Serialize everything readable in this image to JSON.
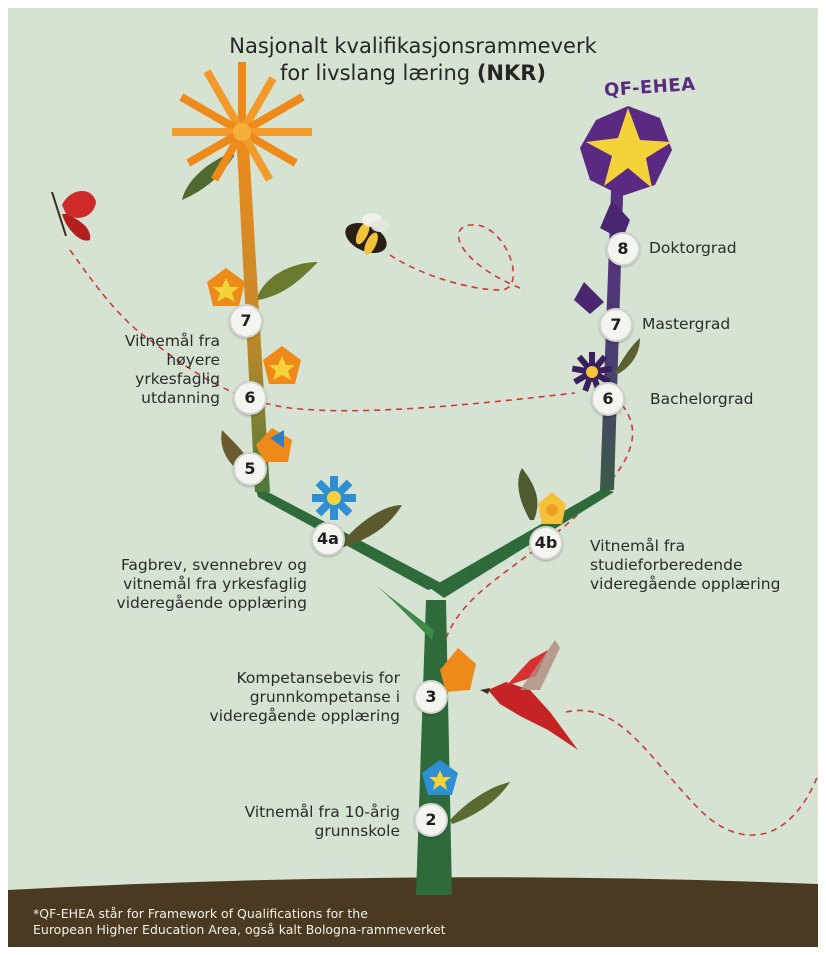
{
  "title": {
    "line1": "Nasjonalt kvalifikasjonsrammeverk",
    "line2": "for livslang læring",
    "line2_bold": "(NKR)"
  },
  "qf_ehea_label": "QF-EHEA",
  "levels": {
    "l2": "2",
    "l3": "3",
    "l4a": "4a",
    "l4b": "4b",
    "l5": "5",
    "l6_left": "6",
    "l7_left": "7",
    "l6_right": "6",
    "l7_right": "7",
    "l8": "8"
  },
  "labels": {
    "doktorgrad": "Doktorgrad",
    "mastergrad": "Mastergrad",
    "bachelorgrad": "Bachelorgrad",
    "hoyere_yrkesfaglig": [
      "Vitnemål fra",
      "høyere",
      "yrkesfaglig",
      "utdanning"
    ],
    "fagbrev": [
      "Fagbrev, svennebrev og",
      "vitnemål fra yrkesfaglig",
      "videregående opplæring"
    ],
    "studieforberedende": [
      "Vitnemål fra",
      "studieforberedende",
      "videregående opplæring"
    ],
    "kompetansebevis": [
      "Kompetansebevis for",
      "grunnkompetanse i",
      "videregående opplæring"
    ],
    "grunnskole": [
      "Vitnemål fra 10-årig",
      "grunnskole"
    ]
  },
  "footnote": [
    "*QF-EHEA står for Framework of Qualifications for the",
    "European Higher Education Area, også kalt Bologna-rammeverket"
  ],
  "colors": {
    "background": "#d6e3d3",
    "ground": "#4a3a21",
    "stem_green": "#2f6b3a",
    "orange": "#ee8a1a",
    "purple": "#5a2a82",
    "red_dash": "#cc3a3a"
  }
}
